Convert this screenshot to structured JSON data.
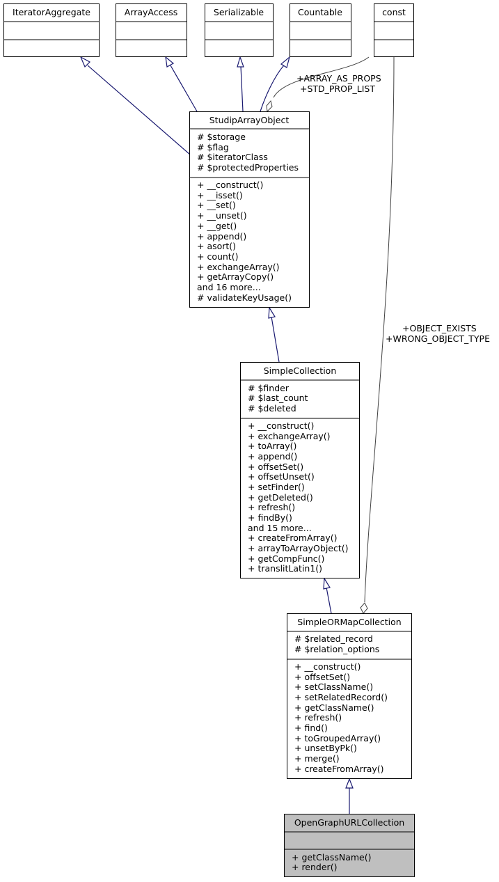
{
  "diagram": {
    "classes": {
      "iterator_aggregate": {
        "name": "IteratorAggregate",
        "attributes": [],
        "methods": []
      },
      "array_access": {
        "name": "ArrayAccess",
        "attributes": [],
        "methods": []
      },
      "serializable": {
        "name": "Serializable",
        "attributes": [],
        "methods": []
      },
      "countable": {
        "name": "Countable",
        "attributes": [],
        "methods": []
      },
      "const": {
        "name": "const",
        "attributes": [],
        "methods": []
      },
      "studip_array_object": {
        "name": "StudipArrayObject",
        "attributes": [
          "# $storage",
          "# $flag",
          "# $iteratorClass",
          "# $protectedProperties"
        ],
        "methods": [
          "+ __construct()",
          "+ __isset()",
          "+ __set()",
          "+ __unset()",
          "+ __get()",
          "+ append()",
          "+ asort()",
          "+ count()",
          "+ exchangeArray()",
          "+ getArrayCopy()",
          "and 16 more...",
          "# validateKeyUsage()"
        ]
      },
      "simple_collection": {
        "name": "SimpleCollection",
        "attributes": [
          "# $finder",
          "# $last_count",
          "# $deleted"
        ],
        "methods": [
          "+ __construct()",
          "+ exchangeArray()",
          "+ toArray()",
          "+ append()",
          "+ offsetSet()",
          "+ offsetUnset()",
          "+ setFinder()",
          "+ getDeleted()",
          "+ refresh()",
          "+ findBy()",
          "and 15 more...",
          "+ createFromArray()",
          "+ arrayToArrayObject()",
          "+ getCompFunc()",
          "+ translitLatin1()"
        ]
      },
      "simple_ormap_collection": {
        "name": "SimpleORMapCollection",
        "attributes": [
          "# $related_record",
          "# $relation_options"
        ],
        "methods": [
          "+ __construct()",
          "+ offsetSet()",
          "+ setClassName()",
          "+ setRelatedRecord()",
          "+ getClassName()",
          "+ refresh()",
          "+ find()",
          "+ toGroupedArray()",
          "+ unsetByPk()",
          "+ merge()",
          "+ createFromArray()"
        ]
      },
      "open_graph_url_collection": {
        "name": "OpenGraphURLCollection",
        "attributes": [],
        "methods": [
          "+ getClassName()",
          "+ render()"
        ]
      }
    },
    "edge_labels": {
      "array_as_props": "+ARRAY_AS_PROPS",
      "std_prop_list": "+STD_PROP_LIST",
      "object_exists": "+OBJECT_EXISTS",
      "wrong_object_type": "+WRONG_OBJECT_TYPE"
    },
    "colors": {
      "highlight_fill": "#bfbfbf",
      "inheritance_edge": "#191970",
      "composition_edge": "#404040",
      "box_border": "#000000"
    }
  }
}
